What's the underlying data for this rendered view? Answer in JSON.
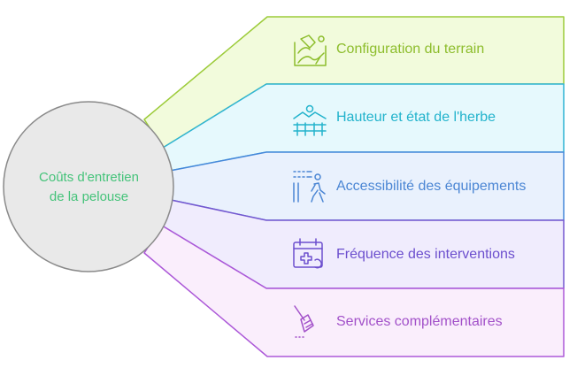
{
  "center": {
    "line1": "Coûts d'entretien",
    "line2": "de la pelouse",
    "color": "#45c37a",
    "fill": "#e9e9e9",
    "stroke": "#8a8a8a"
  },
  "items": [
    {
      "label": "Configuration du terrain",
      "icon": "terrain-map-icon",
      "color": "#8dbd2c",
      "fill": "#f2fbdc",
      "stroke": "#9ccb39"
    },
    {
      "label": "Hauteur et état de l'herbe",
      "icon": "grass-fence-icon",
      "color": "#22b3cc",
      "fill": "#e6f9fd",
      "stroke": "#2fb4d4"
    },
    {
      "label": "Accessibilité des équipements",
      "icon": "accessibility-icon",
      "color": "#4b86d4",
      "fill": "#e9f1fd",
      "stroke": "#4688da"
    },
    {
      "label": "Fréquence des interventions",
      "icon": "calendar-phone-icon",
      "color": "#6c4fce",
      "fill": "#f0ecfd",
      "stroke": "#7457d0"
    },
    {
      "label": "Services complémentaires",
      "icon": "broom-icon",
      "color": "#a251c9",
      "fill": "#faeefc",
      "stroke": "#ac58d8"
    }
  ]
}
